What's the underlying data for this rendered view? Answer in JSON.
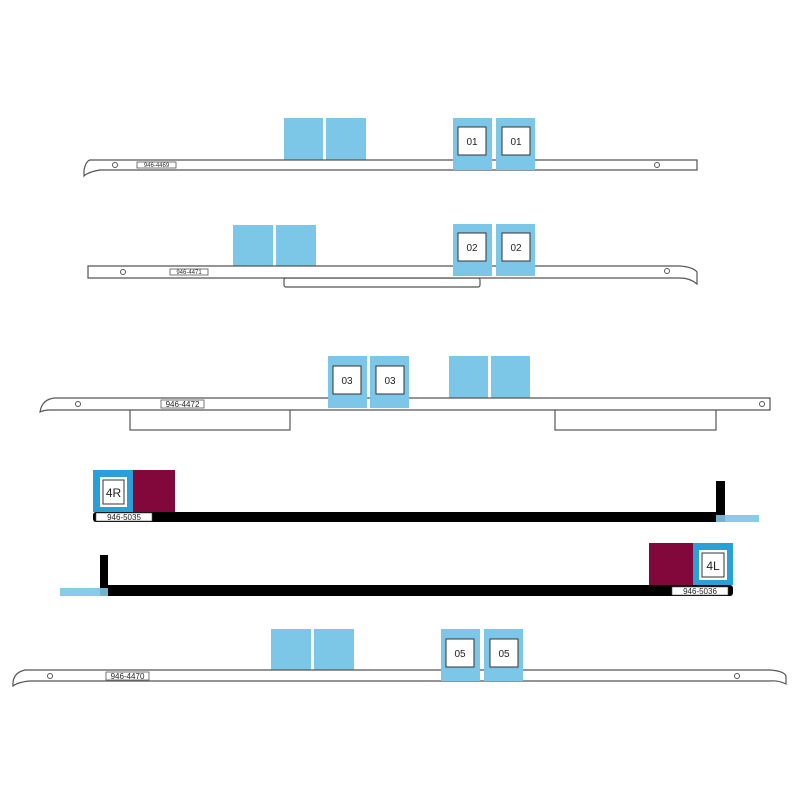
{
  "strips": [
    {
      "part": "946-4469",
      "tab_label": "01"
    },
    {
      "part": "946-4471",
      "tab_label": "02"
    },
    {
      "part": "946-4472",
      "tab_label": "03"
    },
    {
      "part": "946-5035",
      "tab_label": "4R"
    },
    {
      "part": "946-5036",
      "tab_label": "4L"
    },
    {
      "part": "946-4470",
      "tab_label": "05"
    }
  ],
  "colors": {
    "tab_blue": "#7cc6e8",
    "tab_blue_dark": "#2a9fd8",
    "maroon": "#82083c"
  }
}
